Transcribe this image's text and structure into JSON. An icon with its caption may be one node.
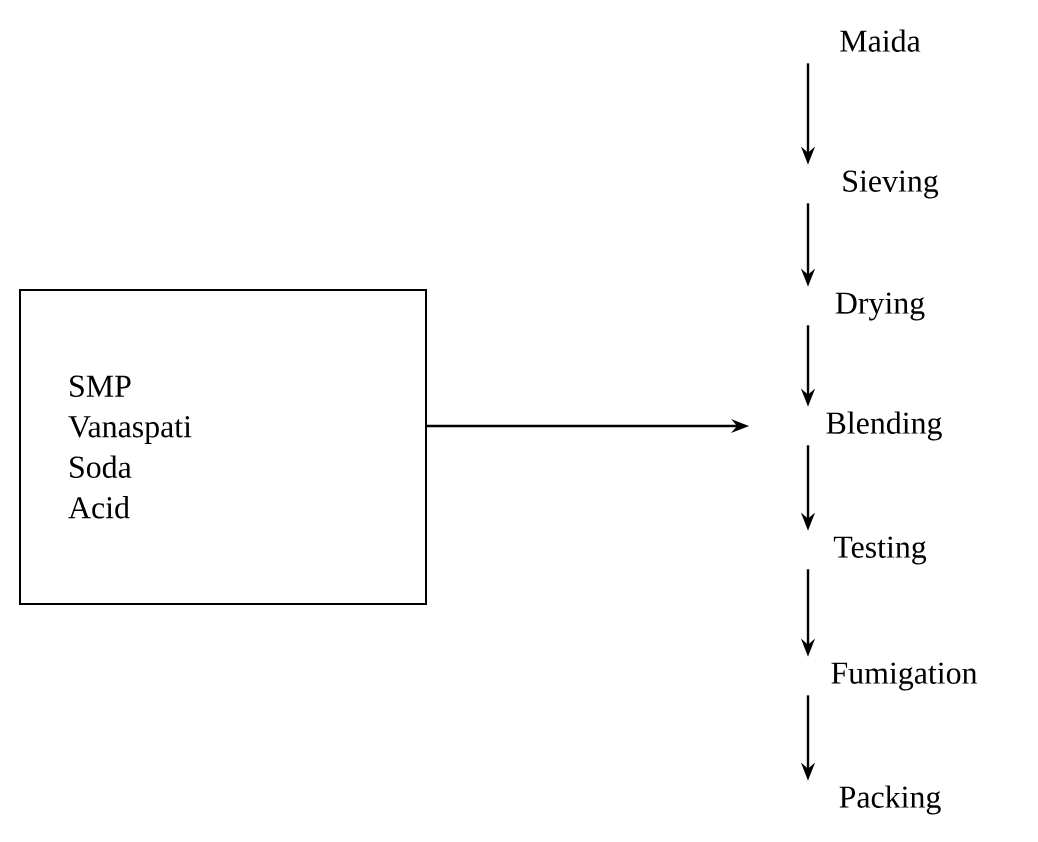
{
  "diagram": {
    "nodes": [
      {
        "text": [
          "Maida"
        ]
      },
      {
        "text": [
          "Sieving"
        ]
      },
      {
        "text": [
          "Drying"
        ]
      },
      {
        "text": [
          "Blending"
        ]
      },
      {
        "text": [
          "Testing"
        ]
      },
      {
        "text": [
          "Fumigation"
        ]
      },
      {
        "text": [
          "Packing"
        ]
      },
      {
        "text": [
          "SMP",
          "Vanaspati",
          "Soda",
          "Acid"
        ]
      }
    ],
    "edges": [
      {
        "from": 0,
        "to": 1,
        "arrow": "to"
      },
      {
        "from": 1,
        "to": 2,
        "arrow": "to"
      },
      {
        "from": 2,
        "to": 3,
        "arrow": "to"
      },
      {
        "from": 3,
        "to": 4,
        "arrow": "to"
      },
      {
        "from": 4,
        "to": 5,
        "arrow": "to"
      },
      {
        "from": 5,
        "to": 6,
        "arrow": "to"
      },
      {
        "from": 7,
        "to": 3,
        "arrow": "to"
      }
    ]
  }
}
